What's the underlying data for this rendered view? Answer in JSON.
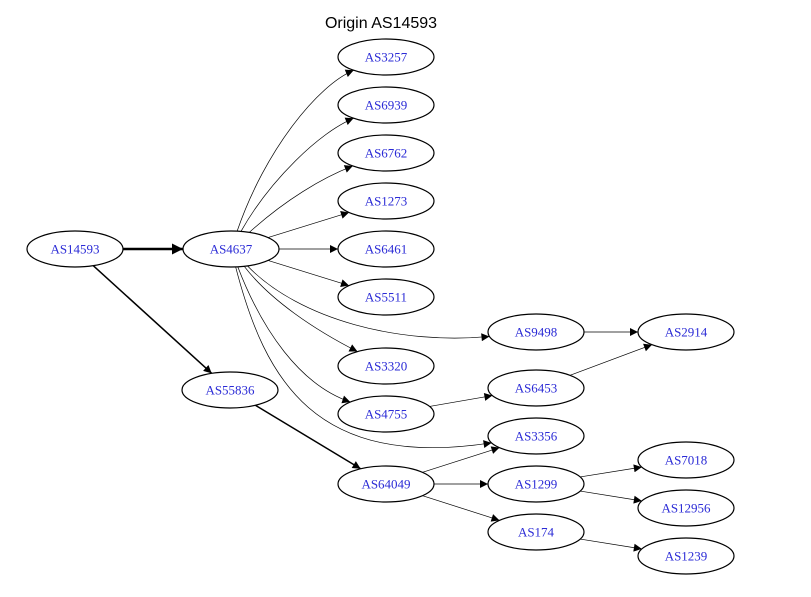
{
  "diagram": {
    "title": "Origin AS14593",
    "nodes": [
      {
        "id": "AS14593",
        "label": "AS14593"
      },
      {
        "id": "AS4637",
        "label": "AS4637"
      },
      {
        "id": "AS55836",
        "label": "AS55836"
      },
      {
        "id": "AS3257",
        "label": "AS3257"
      },
      {
        "id": "AS6939",
        "label": "AS6939"
      },
      {
        "id": "AS6762",
        "label": "AS6762"
      },
      {
        "id": "AS1273",
        "label": "AS1273"
      },
      {
        "id": "AS6461",
        "label": "AS6461"
      },
      {
        "id": "AS5511",
        "label": "AS5511"
      },
      {
        "id": "AS9498",
        "label": "AS9498"
      },
      {
        "id": "AS2914",
        "label": "AS2914"
      },
      {
        "id": "AS3320",
        "label": "AS3320"
      },
      {
        "id": "AS6453",
        "label": "AS6453"
      },
      {
        "id": "AS4755",
        "label": "AS4755"
      },
      {
        "id": "AS3356",
        "label": "AS3356"
      },
      {
        "id": "AS64049",
        "label": "AS64049"
      },
      {
        "id": "AS1299",
        "label": "AS1299"
      },
      {
        "id": "AS7018",
        "label": "AS7018"
      },
      {
        "id": "AS12956",
        "label": "AS12956"
      },
      {
        "id": "AS174",
        "label": "AS174"
      },
      {
        "id": "AS1239",
        "label": "AS1239"
      }
    ],
    "edges": [
      {
        "from": "AS14593",
        "to": "AS4637",
        "weight": "heavy"
      },
      {
        "from": "AS14593",
        "to": "AS55836",
        "weight": "medium"
      },
      {
        "from": "AS4637",
        "to": "AS3257",
        "weight": "thin"
      },
      {
        "from": "AS4637",
        "to": "AS6939",
        "weight": "thin"
      },
      {
        "from": "AS4637",
        "to": "AS6762",
        "weight": "thin"
      },
      {
        "from": "AS4637",
        "to": "AS1273",
        "weight": "thin"
      },
      {
        "from": "AS4637",
        "to": "AS6461",
        "weight": "thin"
      },
      {
        "from": "AS4637",
        "to": "AS5511",
        "weight": "thin"
      },
      {
        "from": "AS4637",
        "to": "AS9498",
        "weight": "thin"
      },
      {
        "from": "AS4637",
        "to": "AS3320",
        "weight": "thin"
      },
      {
        "from": "AS4637",
        "to": "AS4755",
        "weight": "thin"
      },
      {
        "from": "AS4637",
        "to": "AS3356",
        "weight": "thin"
      },
      {
        "from": "AS9498",
        "to": "AS2914",
        "weight": "thin"
      },
      {
        "from": "AS6453",
        "to": "AS2914",
        "weight": "thin"
      },
      {
        "from": "AS4755",
        "to": "AS6453",
        "weight": "thin"
      },
      {
        "from": "AS55836",
        "to": "AS64049",
        "weight": "medium"
      },
      {
        "from": "AS64049",
        "to": "AS3356",
        "weight": "thin"
      },
      {
        "from": "AS64049",
        "to": "AS1299",
        "weight": "thin"
      },
      {
        "from": "AS64049",
        "to": "AS174",
        "weight": "thin"
      },
      {
        "from": "AS1299",
        "to": "AS7018",
        "weight": "thin"
      },
      {
        "from": "AS1299",
        "to": "AS12956",
        "weight": "thin"
      },
      {
        "from": "AS174",
        "to": "AS1239",
        "weight": "thin"
      }
    ],
    "colors": {
      "label": "#2b2bd6",
      "stroke": "#000000",
      "background": "#ffffff"
    }
  }
}
